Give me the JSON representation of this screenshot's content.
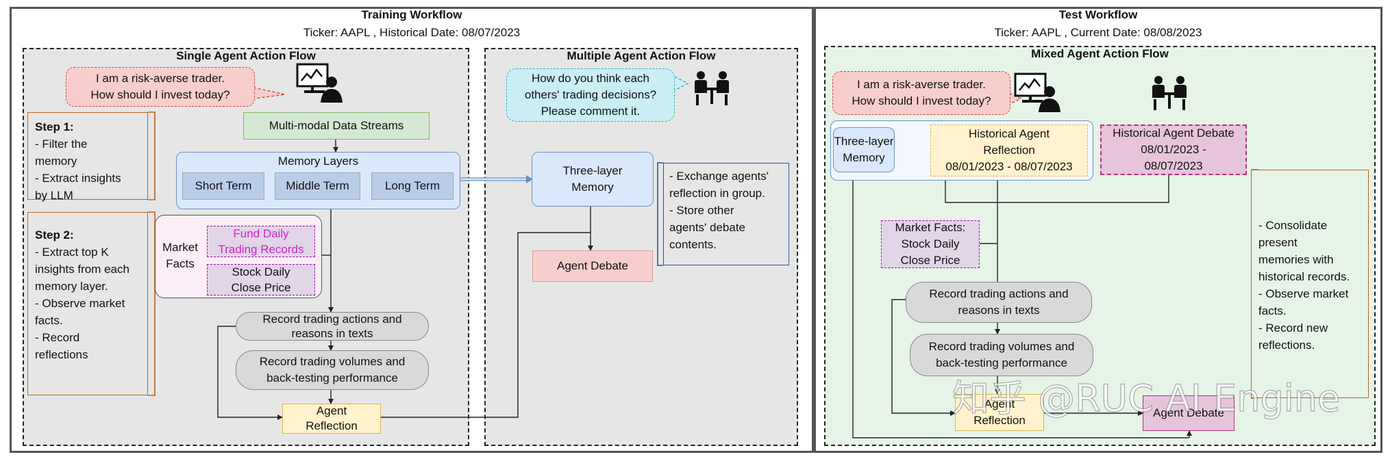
{
  "training": {
    "title": "Training Workflow",
    "subtitle": "Ticker: AAPL ,  Historical Date: 08/07/2023",
    "single_flow": {
      "title": "Single Agent Action Flow",
      "bubble": [
        "I am a risk-averse trader.",
        "How should I invest today?"
      ],
      "data_streams": "Multi-modal Data Streams",
      "memory_layers": {
        "title": "Memory Layers",
        "short": "Short Term",
        "middle": "Middle Term",
        "long": "Long Term"
      },
      "market_facts": [
        "Market",
        "Facts"
      ],
      "fund_records": [
        "Fund Daily",
        "Trading Records"
      ],
      "stock_price": [
        "Stock Daily",
        "Close Price"
      ],
      "record_actions": [
        "Record  trading actions and",
        "reasons in texts"
      ],
      "record_volumes": [
        "Record trading volumes and",
        "back-testing performance"
      ],
      "agent_reflection": [
        "Agent",
        "Reflection"
      ],
      "step1": {
        "title": "Step 1:",
        "lines": [
          "- Filter the",
          "memory",
          "- Extract insights",
          "by LLM"
        ]
      },
      "step2": {
        "title": "Step 2:",
        "lines": [
          "- Extract top K",
          "insights from each",
          "memory layer.",
          "- Observe market",
          "facts.",
          "- Record",
          "reflections"
        ]
      }
    },
    "multi_flow": {
      "title": "Multiple Agent Action Flow",
      "bubble": [
        "How do you think each",
        "others' trading decisions?",
        "Please comment it."
      ],
      "memory": [
        "Three-layer",
        "Memory"
      ],
      "debate": "Agent Debate",
      "notes": [
        "- Exchange agents'",
        "reflection in group.",
        "- Store other",
        "agents' debate",
        "contents."
      ]
    }
  },
  "test": {
    "title": "Test Workflow",
    "subtitle": "Ticker: AAPL ,  Current Date: 08/08/2023",
    "mixed_flow": {
      "title": "Mixed Agent Action Flow",
      "bubble": [
        "I am a risk-averse trader.",
        "How should I invest today?"
      ],
      "memory": [
        "Three-layer",
        "Memory"
      ],
      "hist_reflection": [
        "Historical Agent",
        "Reflection",
        "08/01/2023 - 08/07/2023"
      ],
      "hist_debate": [
        "Historical Agent Debate",
        "08/01/2023 -",
        "08/07/2023"
      ],
      "market_facts": [
        "Market Facts:",
        "Stock Daily",
        "Close Price"
      ],
      "record_actions": [
        "Record  trading actions and",
        "reasons in texts"
      ],
      "record_volumes": [
        "Record trading volumes and",
        "back-testing performance"
      ],
      "agent_reflection": [
        "Agent",
        "Reflection"
      ],
      "agent_debate": "Agent Debate",
      "notes": [
        "- Consolidate",
        "present",
        "memories with",
        "historical records.",
        "- Observe market",
        "facts.",
        "- Record new",
        "reflections."
      ]
    }
  },
  "watermark": "知乎 @RUC AI Engine",
  "colors": {
    "green": "#d5e8d4",
    "blue": "#dae8fc",
    "lavender": "#e1d5e7",
    "pink": "#f8cecc",
    "yellow": "#fff2cc",
    "cyan": "#c9eff5",
    "gray_zone": "#e6e6e6",
    "green_zone": "#e6f4e8",
    "orange": "#b5651d"
  },
  "icons": [
    "trader-icon",
    "meeting-icon"
  ]
}
